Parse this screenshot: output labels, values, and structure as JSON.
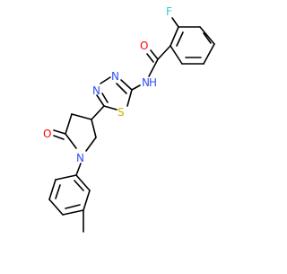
{
  "molecule": {
    "atoms": {
      "F": "F",
      "O_amide": "O",
      "NH": "N",
      "H": "H",
      "N_top": "N",
      "N_left": "N",
      "S": "S",
      "O_lactam": "O",
      "N_ring": "N"
    },
    "colors": {
      "bond": "#000000",
      "F": "#33cccc",
      "O": "#ff0000",
      "N": "#3050f8",
      "S": "#c8b400"
    }
  }
}
